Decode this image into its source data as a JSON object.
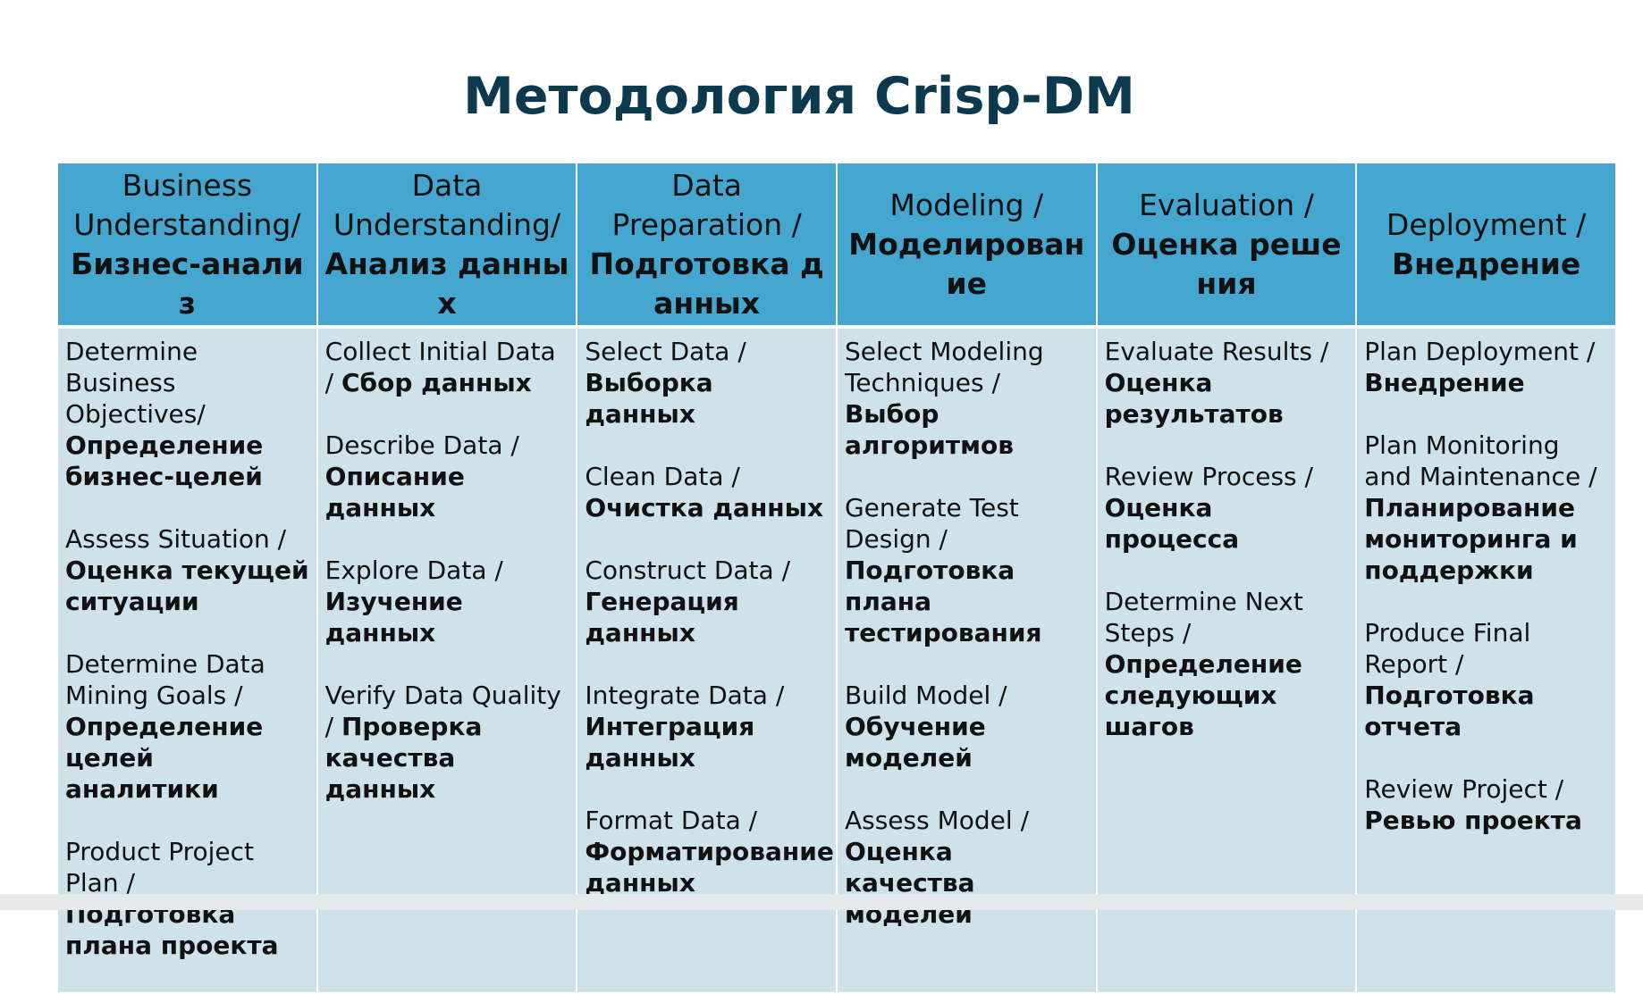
{
  "title": "Методология Crisp-DM",
  "columns": [
    {
      "header_en": "Business Understanding/",
      "header_ru": "Бизнес-анализ",
      "items": [
        {
          "en": "Determine Business Objectives/",
          "ru": "Определение бизнес-целей"
        },
        {
          "en": "Assess Situation /",
          "ru": "Оценка текущей ситуации"
        },
        {
          "en": "Determine Data Mining Goals /",
          "ru": "Определение целей аналитики"
        },
        {
          "en": "Product Project Plan /",
          "ru": "Подготовка плана проекта"
        }
      ]
    },
    {
      "header_en": "Data Understanding/",
      "header_ru": "Анализ данных",
      "items": [
        {
          "en": "Collect Initial Data /",
          "ru": "Сбор данных"
        },
        {
          "en": "Describe Data /",
          "ru": "Описание данных"
        },
        {
          "en": "Explore Data /",
          "ru": "Изучение данных"
        },
        {
          "en": "Verify Data Quality /",
          "ru": "Проверка качества данных"
        }
      ]
    },
    {
      "header_en": "Data Preparation /",
      "header_ru": "Подготовка данных",
      "items": [
        {
          "en": "Select Data /",
          "ru": "Выборка данных"
        },
        {
          "en": "Clean Data /",
          "ru": "Очистка данных"
        },
        {
          "en": "Construct Data /",
          "ru": "Генерация данных"
        },
        {
          "en": "Integrate Data /",
          "ru": "Интеграция данных"
        },
        {
          "en": "Format Data /",
          "ru": "Форматирование данных"
        }
      ]
    },
    {
      "header_en": "Modeling /",
      "header_ru": "Моделирование",
      "items": [
        {
          "en": "Select Modeling Techniques /",
          "ru": "Выбор алгоритмов"
        },
        {
          "en": "Generate Test Design /",
          "ru": "Подготовка плана тестирования"
        },
        {
          "en": "Build Model /",
          "ru": "Обучение моделей"
        },
        {
          "en": "Assess Model /",
          "ru": "Оценка качества моделей"
        }
      ]
    },
    {
      "header_en": "Evaluation /",
      "header_ru": "Оценка решения",
      "items": [
        {
          "en": "Evaluate Results /",
          "ru": "Оценка результатов"
        },
        {
          "en": "Review Process /",
          "ru": "Оценка процесса"
        },
        {
          "en": "Determine Next Steps /",
          "ru": "Определение следующих шагов"
        }
      ]
    },
    {
      "header_en": "Deployment /",
      "header_ru": "Внедрение",
      "items": [
        {
          "en": "Plan Deployment /",
          "ru": "Внедрение"
        },
        {
          "en": "Plan Monitoring and Maintenance /",
          "ru": "Планирование мониторинга и поддержки"
        },
        {
          "en": "Produce Final Report /",
          "ru": "Подготовка отчета"
        },
        {
          "en": "Review Project /",
          "ru": "Ревью проекта"
        }
      ]
    }
  ]
}
